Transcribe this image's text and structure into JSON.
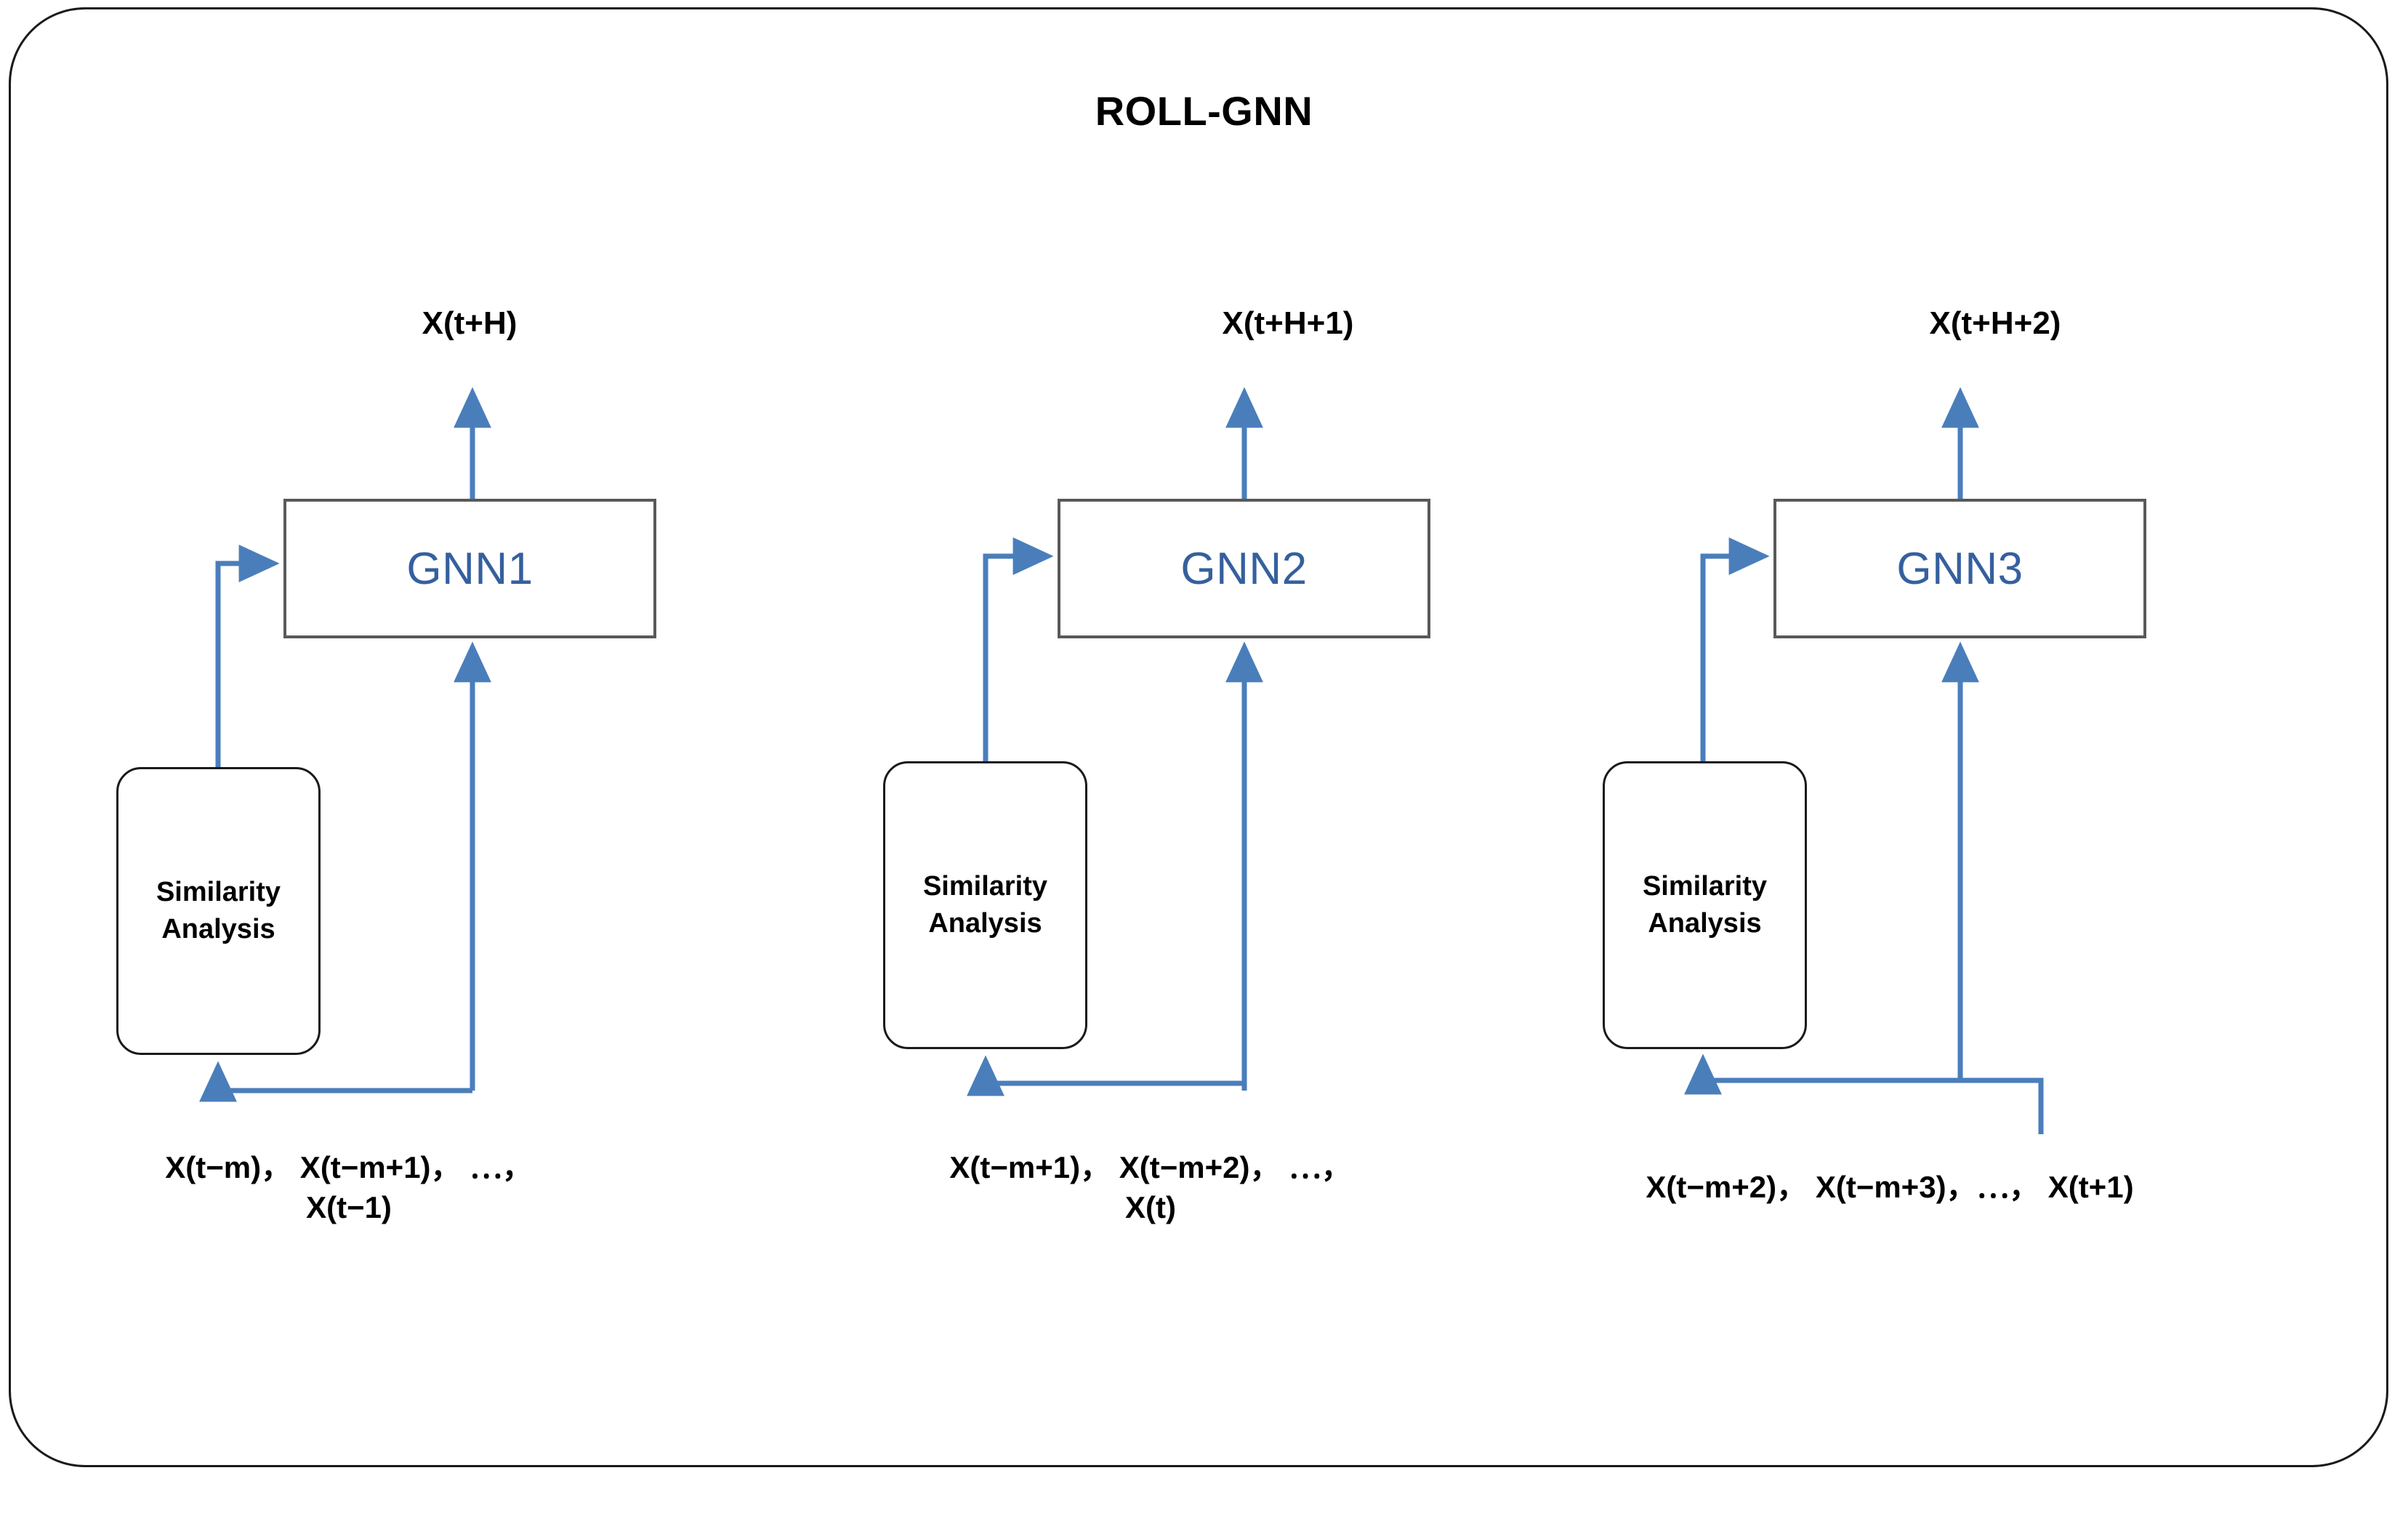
{
  "diagram": {
    "title": "ROLL-GNN",
    "frame_border_color": "#1a1a1a",
    "accent_color": "#4a7ebb",
    "gnn_text_color": "#35609e",
    "box_border_color": "#595959"
  },
  "groups": [
    {
      "id": "group-0",
      "output_label": "X(t+H)",
      "gnn_label": "GNN1",
      "sim_line1": "Similarity",
      "sim_line2": "Analysis",
      "input_line1": "X(t−m)， X(t−m+1)， ⋯，",
      "input_line2": "X(t−1)"
    },
    {
      "id": "group-1",
      "output_label": "X(t+H+1)",
      "gnn_label": "GNN2",
      "sim_line1": "Similarity",
      "sim_line2": "Analysis",
      "input_line1": "X(t−m+1)， X(t−m+2)， ⋯，",
      "input_line2": "X(t)"
    },
    {
      "id": "group-2",
      "output_label": "X(t+H+2)",
      "gnn_label": "GNN3",
      "sim_line1": "Similarity",
      "sim_line2": "Analysis",
      "input_line1": "X(t−m+2)， X(t−m+3)，⋯， X(t+1)",
      "input_line2": ""
    }
  ],
  "connector_names": [
    "gnn-output-arrow",
    "similarity-to-gnn-arrow",
    "input-to-gnn-arrow",
    "input-to-similarity-arrow"
  ]
}
